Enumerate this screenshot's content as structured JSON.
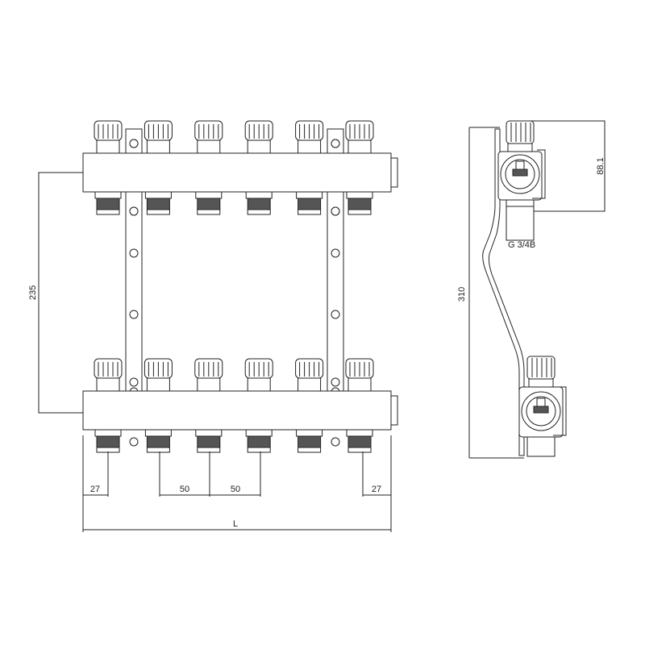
{
  "front_view": {
    "outlets_per_manifold": 6,
    "dimensions": {
      "height_between_manifolds": "235",
      "edge_left": "27",
      "pitch_1": "50",
      "pitch_2": "50",
      "edge_right": "27",
      "total_length": "L"
    }
  },
  "side_view": {
    "dimensions": {
      "total_height": "310",
      "manifold_height": "88.1",
      "thread": "G 3/4B"
    }
  }
}
